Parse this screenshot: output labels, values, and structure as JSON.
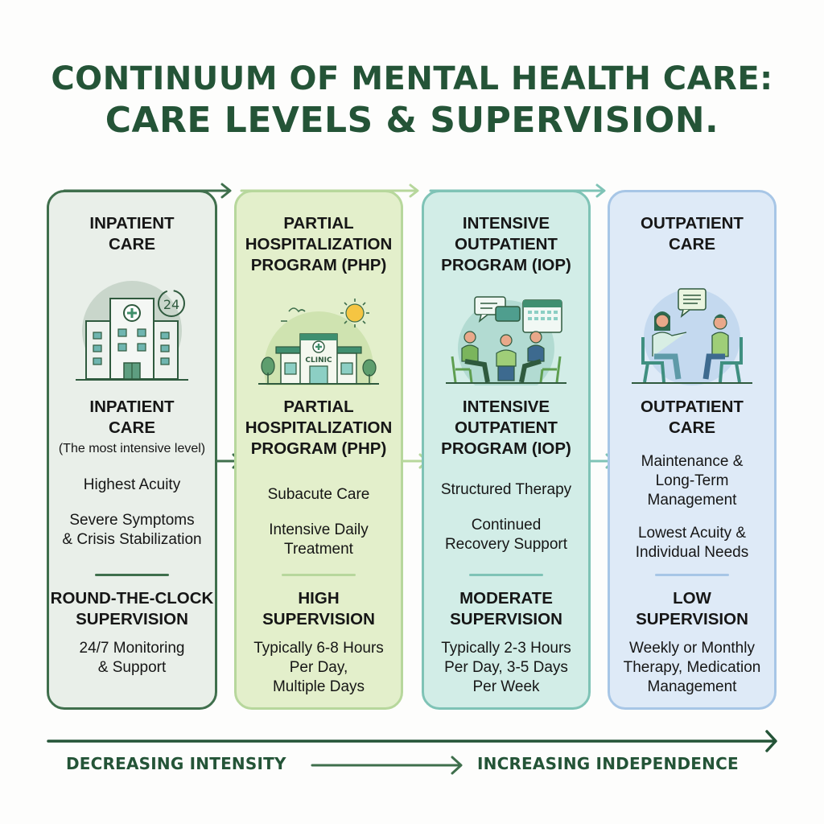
{
  "title": {
    "line1": "CONTINUUM OF MENTAL HEALTH CARE:",
    "line2": "CARE LEVELS & SUPERVISION."
  },
  "colors": {
    "title": "#245437",
    "inpatient": "#3f6f4c",
    "php": "#b7d79c",
    "iop": "#7fc3b6",
    "outpatient": "#a7c6e6"
  },
  "levels": [
    {
      "top_heading": [
        "INPATIENT",
        "CARE"
      ],
      "icon": "hospital-24h-icon",
      "heading": [
        "INPATIENT",
        "CARE"
      ],
      "subheading": "(The most intensive level)",
      "points": [
        [
          "Highest Acuity"
        ],
        [
          "Severe Symptoms",
          "& Crisis Stabilization"
        ]
      ],
      "supervision": [
        "ROUND-THE-CLOCK",
        "SUPERVISION"
      ],
      "supervision_desc": [
        "24/7 Monitoring",
        "& Support"
      ]
    },
    {
      "top_heading": [
        "PARTIAL",
        "HOSPITALIZATION",
        "PROGRAM (PHP)"
      ],
      "icon": "clinic-icon",
      "icon_label": "CLINIC",
      "heading": [
        "PARTIAL",
        "HOSPITALIZATION",
        "PROGRAM (PHP)"
      ],
      "points": [
        [
          "Subacute Care"
        ],
        [
          "Intensive Daily",
          "Treatment"
        ]
      ],
      "supervision": [
        "HIGH",
        "SUPERVISION"
      ],
      "supervision_desc": [
        "Typically 6-8 Hours",
        "Per Day,",
        "Multiple Days"
      ]
    },
    {
      "top_heading": [
        "INTENSIVE",
        "OUTPATIENT",
        "PROGRAM (IOP)"
      ],
      "icon": "group-therapy-calendar-icon",
      "heading": [
        "INTENSIVE",
        "OUTPATIENT",
        "PROGRAM (IOP)"
      ],
      "points": [
        [
          "Structured Therapy"
        ],
        [
          "Continued",
          "Recovery Support"
        ]
      ],
      "supervision": [
        "MODERATE",
        "SUPERVISION"
      ],
      "supervision_desc": [
        "Typically 2-3 Hours",
        "Per Day, 3-5 Days",
        "Per Week"
      ]
    },
    {
      "top_heading": [
        "OUTPATIENT",
        "CARE"
      ],
      "icon": "one-on-one-therapy-icon",
      "heading": [
        "OUTPATIENT",
        "CARE"
      ],
      "points": [
        [
          "Maintenance &",
          "Long-Term",
          "Management"
        ],
        [
          "Lowest Acuity &",
          "Individual Needs"
        ]
      ],
      "supervision": [
        "LOW",
        "SUPERVISION"
      ],
      "supervision_desc": [
        "Weekly or Monthly",
        "Therapy, Medication",
        "Management"
      ]
    }
  ],
  "footer": {
    "left_label": "DECREASING INTENSITY",
    "right_label": "INCREASING INDEPENDENCE"
  }
}
